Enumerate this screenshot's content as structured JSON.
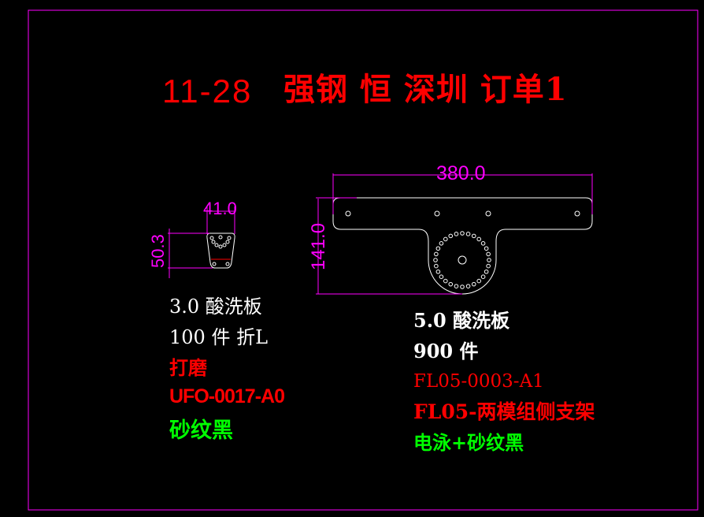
{
  "colors": {
    "background": "#000000",
    "frame": "#ff00ff",
    "dimension": "#ff00ff",
    "outline": "#ffffff",
    "red": "#ff0000",
    "green": "#00ff00",
    "white": "#ffffff"
  },
  "title": {
    "date": "11-28",
    "text": "强钢 恒 深圳 订单1"
  },
  "part_left": {
    "dim_width": "41.0",
    "dim_height": "50.3",
    "thickness_material": "3.0 酸洗板",
    "qty": "100 件 折L",
    "process": "打磨",
    "part_no": "UFO-0017-A0",
    "finish": "砂纹黑"
  },
  "part_right": {
    "dim_width": "380.0",
    "dim_height": "141.0",
    "thickness_material": "5.0 酸洗板",
    "qty": "900 件",
    "part_no": "FL05-0003-A1",
    "part_name": "FL05-两模组侧支架",
    "finish": "电泳+砂纹黑"
  }
}
